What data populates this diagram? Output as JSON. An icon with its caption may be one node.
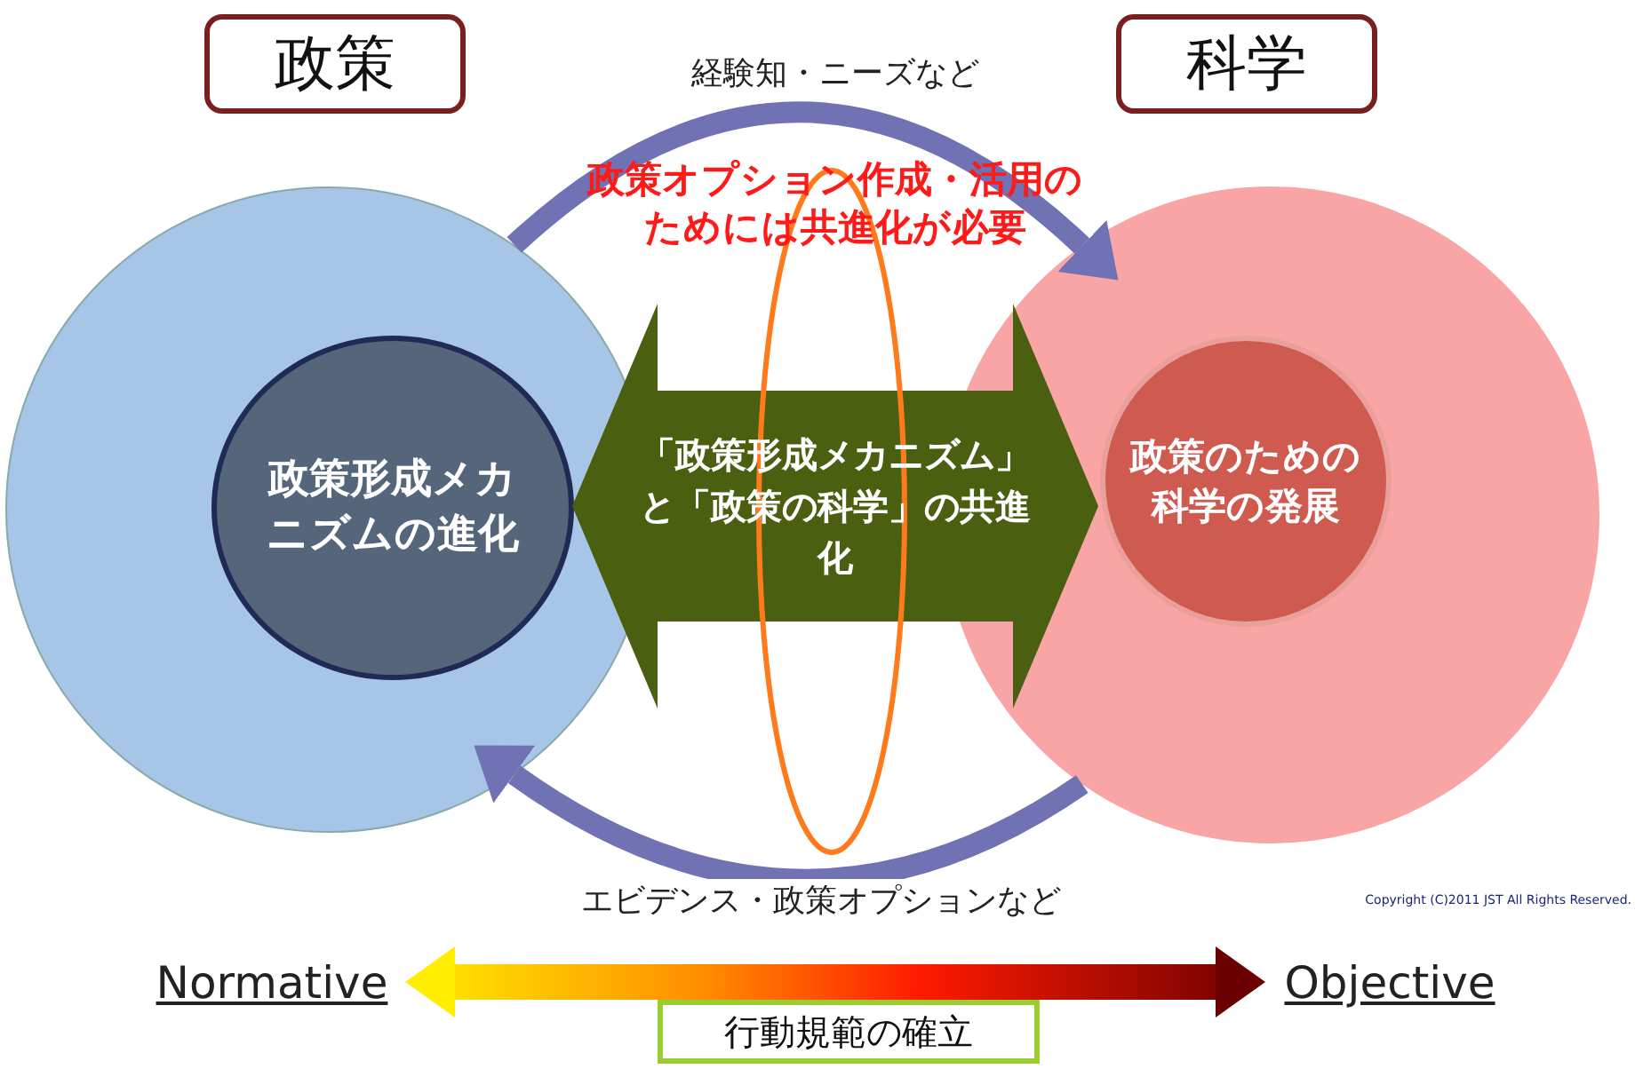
{
  "diagram": {
    "nodes": [
      {
        "text": [
          "政策"
        ]
      },
      {
        "text": [
          "科学"
        ]
      },
      {
        "text": [],
        "shape": "circle"
      },
      {
        "text": [
          "政策形成メカニズムの進化"
        ],
        "in": 2
      },
      {
        "text": [],
        "shape": "circle"
      },
      {
        "text": [
          "政策のための科学の発展"
        ],
        "in": 4
      },
      {
        "text": [
          "Normative"
        ]
      },
      {
        "text": [
          "Objective"
        ]
      },
      {
        "text": [
          "行動規範の確立"
        ]
      }
    ],
    "edges": [
      {
        "from": 2,
        "to": 4,
        "arrow": "to",
        "label": "経験知・ニーズなど"
      },
      {
        "from": 4,
        "to": 2,
        "arrow": "to",
        "label": "エビデンス・政策オプションなど"
      },
      {
        "from": 3,
        "to": 5,
        "arrow": "both",
        "label": "「政策形成メカニズム」と「政策の科学」の共進化",
        "style": "thick",
        "color": "#4a6010"
      },
      {
        "from": 6,
        "to": 7,
        "arrow": "both",
        "style": "thick"
      }
    ],
    "labels": [
      "政策オプション作成・活用のためには共進化が必要",
      "Copyright (C)2011 JST All Rights Reserved."
    ]
  }
}
